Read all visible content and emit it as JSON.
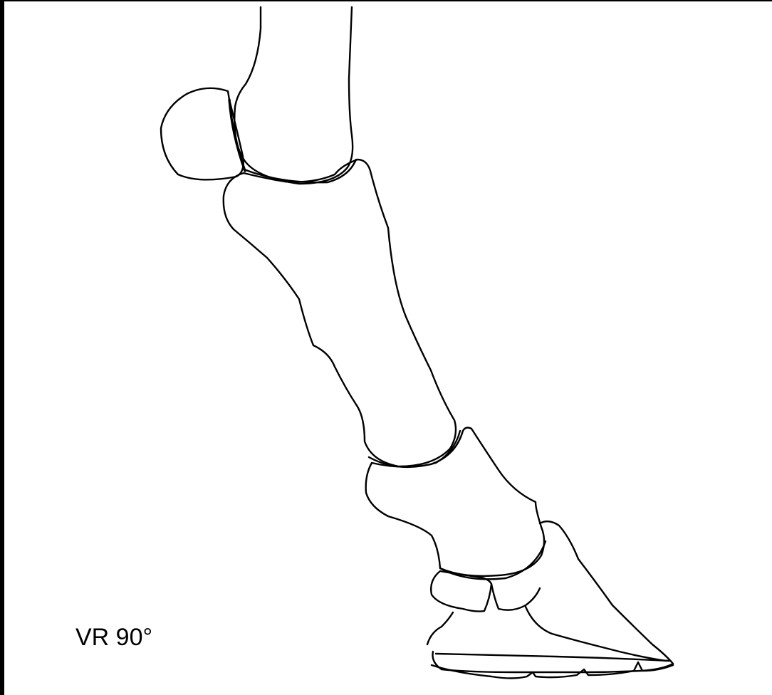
{
  "figure": {
    "view_label": "VR 90°",
    "line_color": "#000000",
    "background_color": "#ffffff",
    "parts": [
      "cannon-bone",
      "sesamoid",
      "long-pastern",
      "short-pastern",
      "navicular",
      "coffin-bone",
      "hoof-sole"
    ]
  }
}
